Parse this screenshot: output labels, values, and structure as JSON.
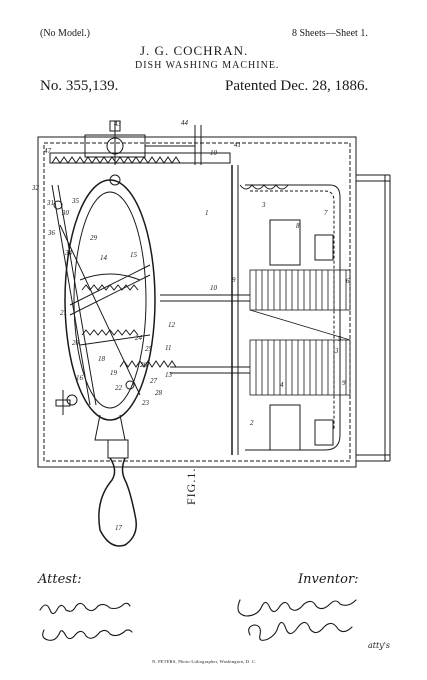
{
  "header": {
    "no_model": "(No Model.)",
    "sheets": "8 Sheets—Sheet 1.",
    "inventor": "J. G. COCHRAN.",
    "title": "DISH WASHING MACHINE.",
    "patent_number": "No. 355,139.",
    "patent_date": "Patented Dec. 28, 1886."
  },
  "figure": {
    "label": "FIG.1.",
    "reference_numerals": [
      "43",
      "44",
      "47",
      "41",
      "10",
      "32",
      "31",
      "30",
      "35",
      "36",
      "34",
      "29",
      "14",
      "15",
      "12",
      "11",
      "13",
      "6",
      "3",
      "8",
      "7",
      "9",
      "2",
      "5",
      "18",
      "19",
      "20",
      "21",
      "22",
      "23",
      "24",
      "25",
      "26",
      "27",
      "28",
      "16",
      "17",
      "4",
      "1",
      "10",
      "12",
      "13",
      "25",
      "26",
      "22"
    ]
  },
  "signatures": {
    "attest_label": "Attest:",
    "inventor_label": "Inventor:",
    "attorney_abbrev": "atty's"
  },
  "footer": {
    "printer": "N. PETERS, Photo-Lithographer, Washington, D. C."
  }
}
